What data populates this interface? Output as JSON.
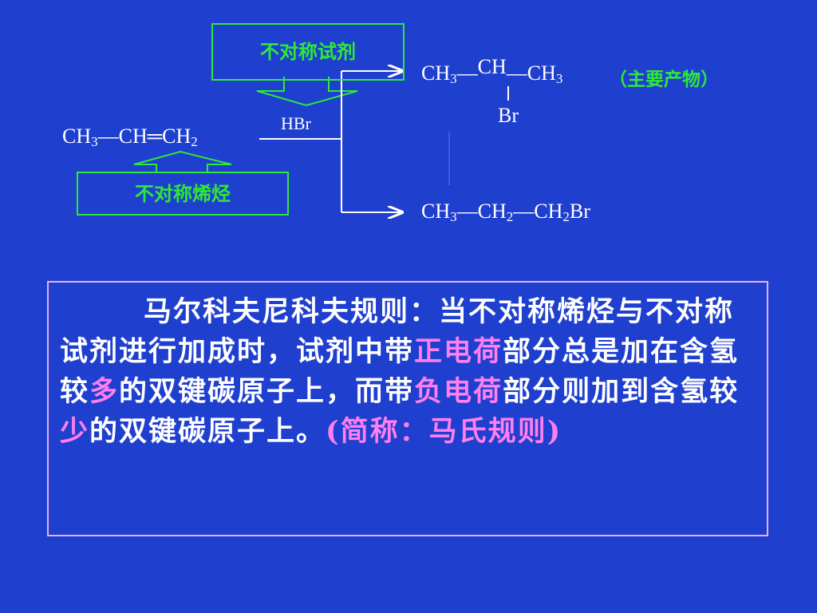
{
  "reactant": {
    "ch3": "CH",
    "sub3": "3",
    "bond1": "—",
    "ch": "CH",
    "bond2": "═",
    "ch2": "CH",
    "sub2": "2"
  },
  "reagent": {
    "label": "HBr"
  },
  "labels": {
    "asym_reagent": "不对称试剂",
    "asym_alkene": "不对称烯烃"
  },
  "product_major": {
    "ch3a": "CH",
    "sub3a": "3",
    "bond1": "—",
    "ch": "CH",
    "bond2": "—",
    "ch3b": "CH",
    "sub3b": "3",
    "br": "Br",
    "note": "（主要产物）"
  },
  "product_minor": {
    "ch3": "CH",
    "sub3": "3",
    "bond1": "—",
    "ch2a": "CH",
    "sub2a": "2",
    "bond2": "—",
    "ch2b": "CH",
    "sub2b": "2",
    "br": "Br"
  },
  "rule": {
    "p1": "马尔科夫尼科夫规则：当不对称烯烃与不对称试剂进行加成时，试剂中带",
    "hl1": "正电荷",
    "p2": "部分总是加在含氢较",
    "hl2": "多",
    "p3": "的双键碳原子上，而带",
    "hl3": "负电荷",
    "p4": "部分则加到含氢较",
    "hl4": "少",
    "p5": "的双键碳原子上。",
    "short": "(简称：马氏规则)"
  },
  "colors": {
    "background": "#1f3fcf",
    "green": "#2ee838",
    "pink": "#ff7ef0",
    "box_border": "#e8b0e8"
  }
}
